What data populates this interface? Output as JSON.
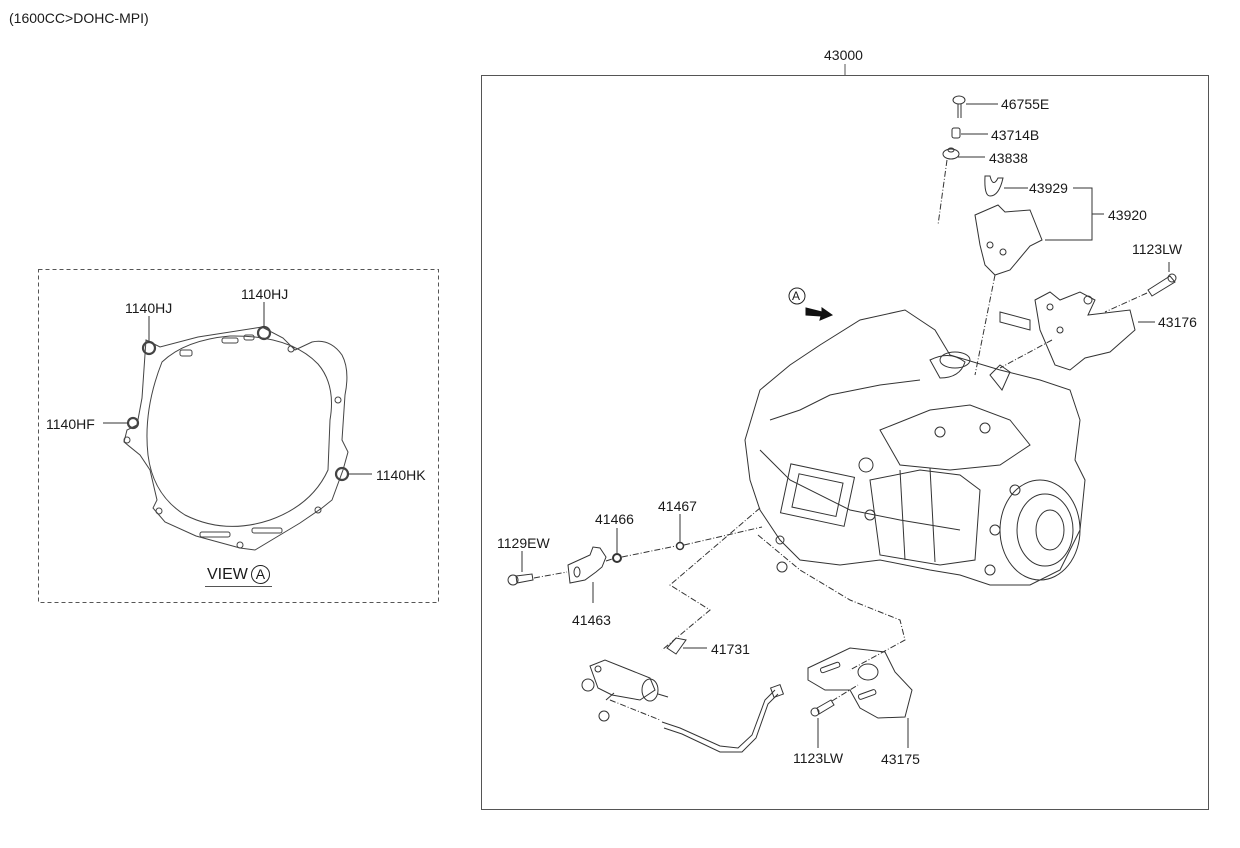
{
  "header": {
    "spec": "(1600CC>DOHC-MPI)"
  },
  "assembly": {
    "part_number": "43000"
  },
  "view_panel": {
    "caption_prefix": "VIEW",
    "caption_letter": "A",
    "callouts": [
      {
        "id": "hj-left",
        "label": "1140HJ"
      },
      {
        "id": "hj-top",
        "label": "1140HJ"
      },
      {
        "id": "hf",
        "label": "1140HF"
      },
      {
        "id": "hk",
        "label": "1140HK"
      }
    ]
  },
  "view_marker": {
    "letter": "A"
  },
  "parts": [
    {
      "id": "p46755E",
      "label": "46755E"
    },
    {
      "id": "p43714B",
      "label": "43714B"
    },
    {
      "id": "p43838",
      "label": "43838"
    },
    {
      "id": "p43929",
      "label": "43929"
    },
    {
      "id": "p43920",
      "label": "43920"
    },
    {
      "id": "p1123LW_top",
      "label": "1123LW"
    },
    {
      "id": "p43176",
      "label": "43176"
    },
    {
      "id": "p41466",
      "label": "41466"
    },
    {
      "id": "p41467",
      "label": "41467"
    },
    {
      "id": "p1129EW",
      "label": "1129EW"
    },
    {
      "id": "p41463",
      "label": "41463"
    },
    {
      "id": "p41731",
      "label": "41731"
    },
    {
      "id": "p1123LW_bottom",
      "label": "1123LW"
    },
    {
      "id": "p43175",
      "label": "43175"
    }
  ]
}
